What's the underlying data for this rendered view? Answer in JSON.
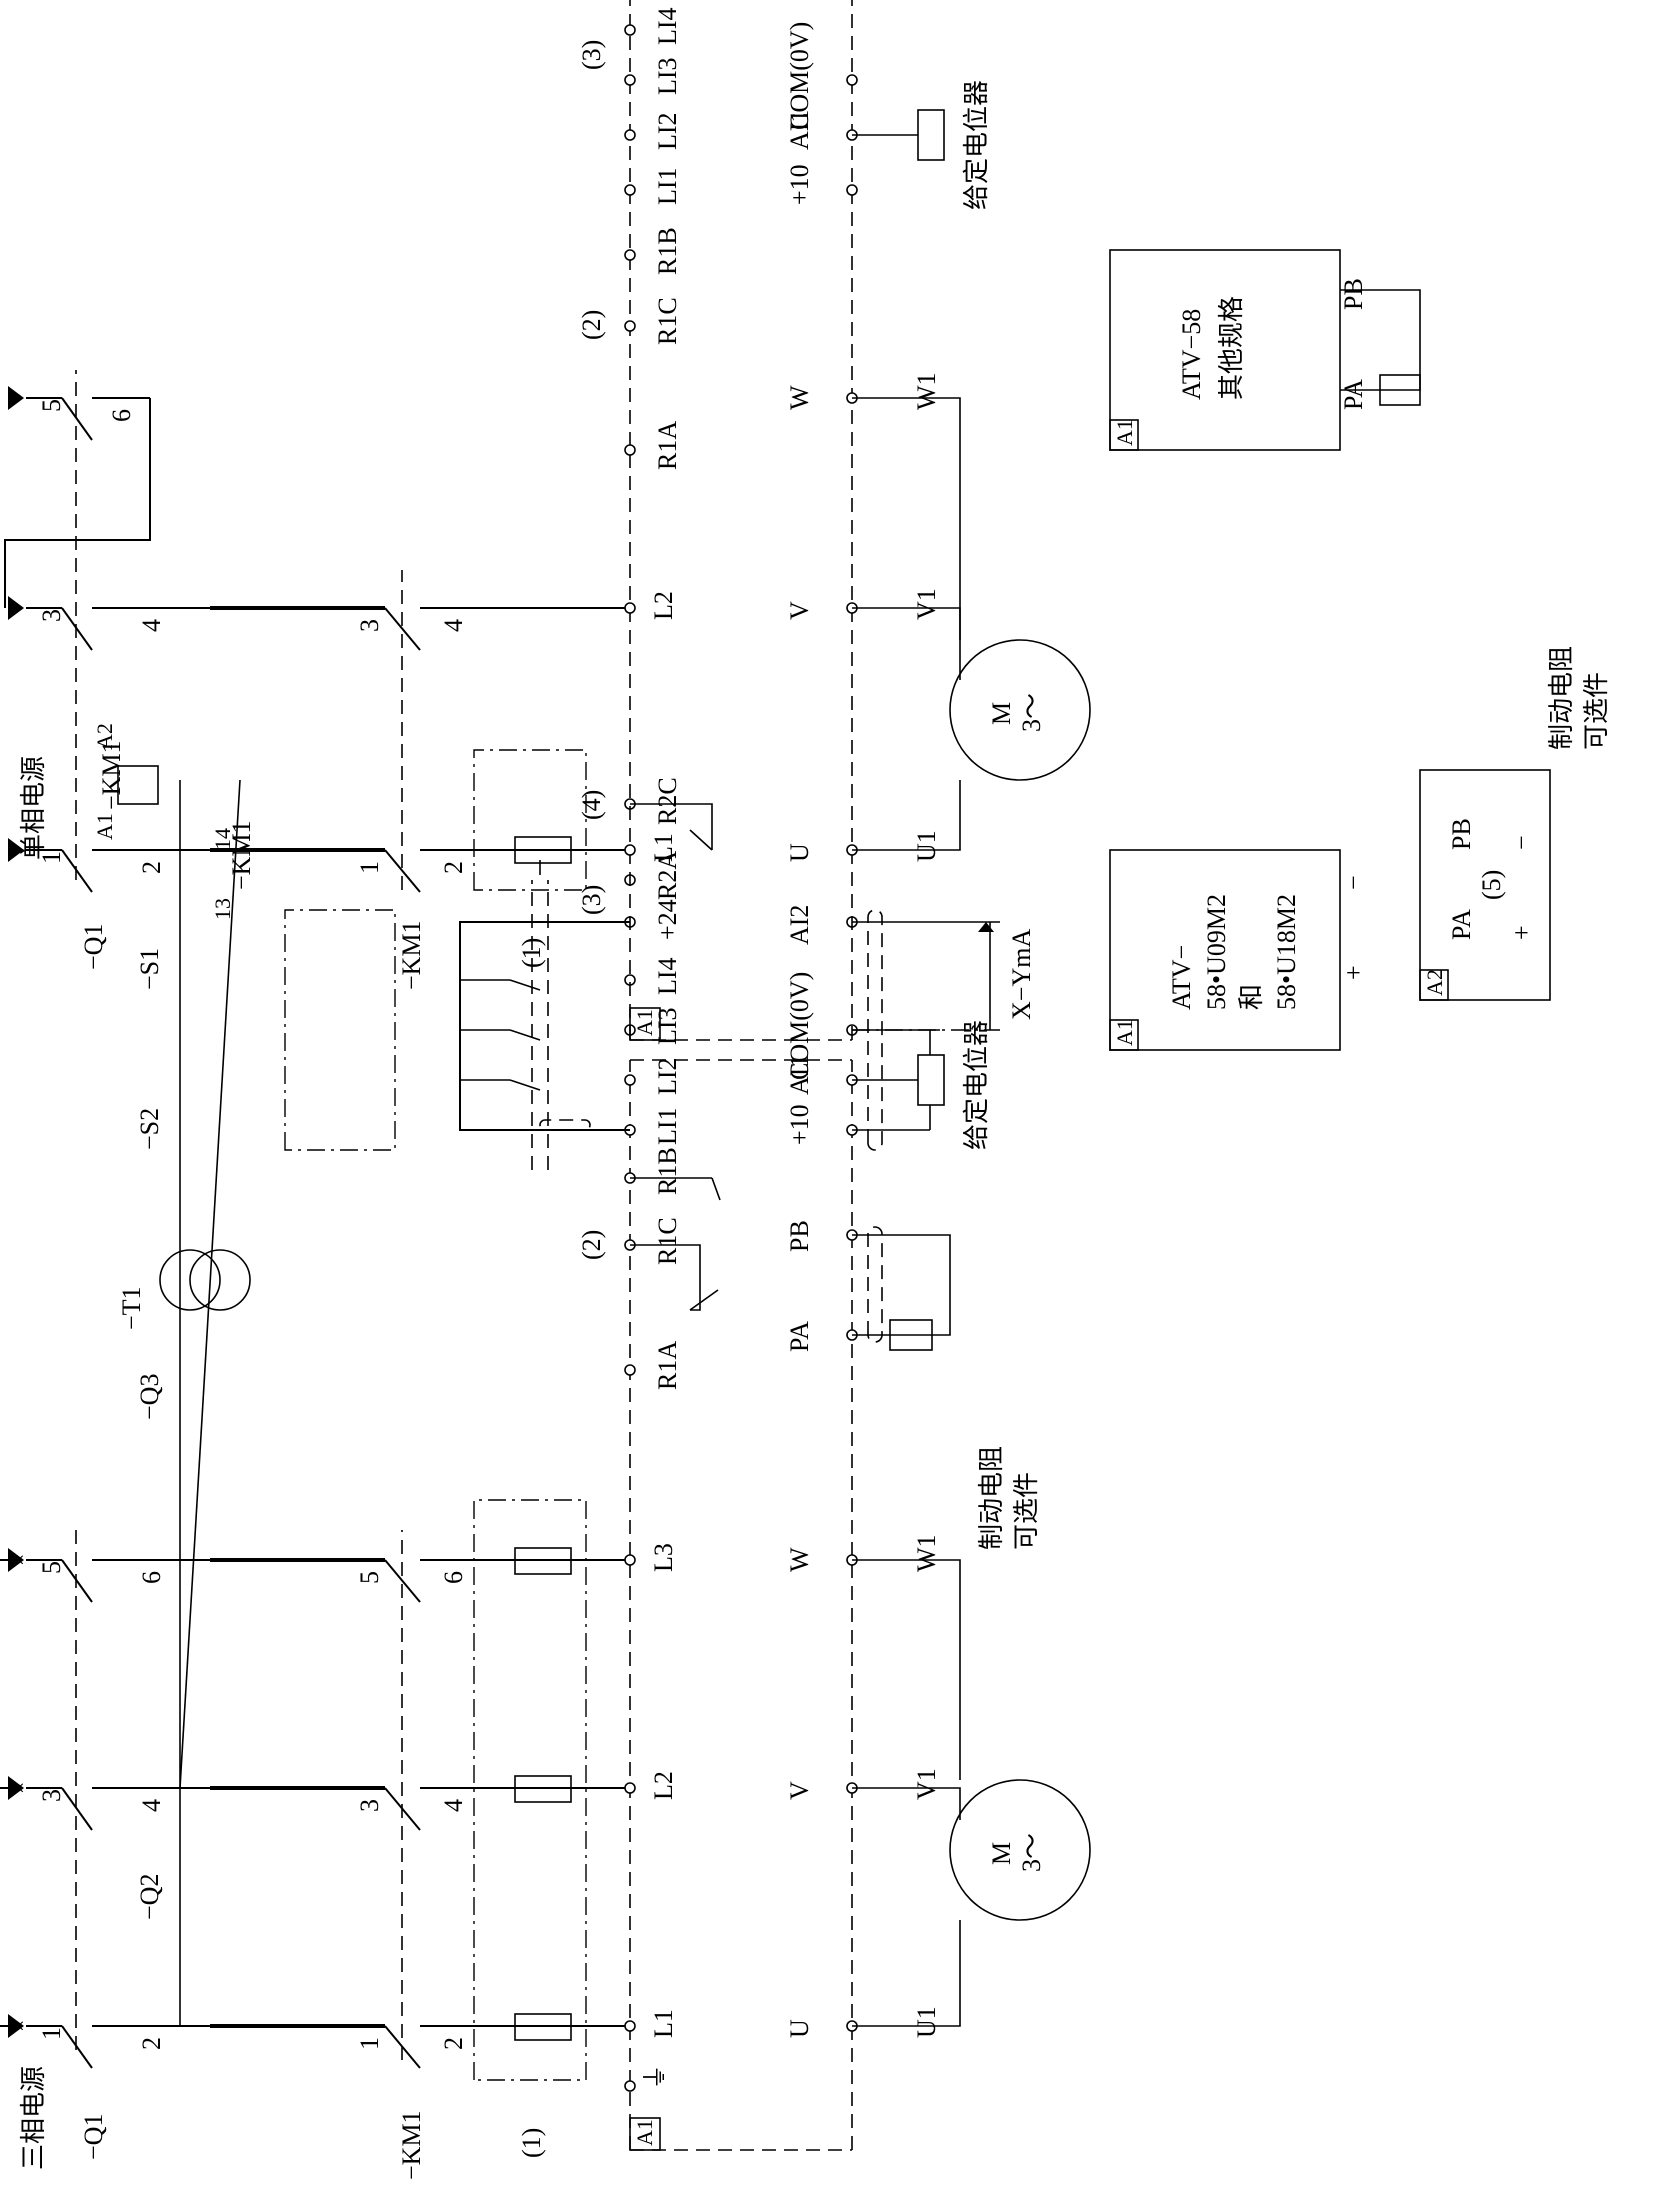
{
  "titles": {
    "three_phase": "三相电源",
    "single_phase": "单相电源"
  },
  "supply": {
    "three_phase": [
      "1",
      "3",
      "5"
    ],
    "single_phase": [
      "1",
      "3",
      "5"
    ]
  },
  "devices": {
    "q1": "−Q1",
    "km1": "−KM1",
    "q2": "−Q2",
    "q3": "−Q3",
    "t1": "−T1",
    "s1": "−S1",
    "s2": "−S2",
    "km1_coil": "−KM1",
    "km1_contact": "−KM1"
  },
  "pins": {
    "n1": "1",
    "n2": "2",
    "n3": "3",
    "n4": "4",
    "n5": "5",
    "n6": "6",
    "n13": "13",
    "n14": "14",
    "a1": "A1",
    "a2": "A2"
  },
  "notes": {
    "n1": "(1)",
    "n2": "(2)",
    "n3": "(3)",
    "n4": "(4)",
    "n5": "(5)"
  },
  "drive": {
    "label": "A1",
    "ground": "⏚",
    "power": [
      "L1",
      "L2",
      "L3"
    ],
    "motor_terminals": [
      "U",
      "V",
      "W"
    ],
    "relay": [
      "R1A",
      "R1C",
      "R1B"
    ],
    "relay2": [
      "R2A",
      "R2C"
    ],
    "logic": [
      "LI1",
      "LI2",
      "LI3",
      "LI4",
      "+24"
    ],
    "analog": [
      "+10",
      "AI1",
      "COM(0V)",
      "AI2"
    ],
    "brake": [
      "PA",
      "PB"
    ]
  },
  "motor": {
    "windings": [
      "U1",
      "V1",
      "W1"
    ],
    "label": "M",
    "sub": "3～"
  },
  "potentiometer": "给定电位器",
  "analog_output": "X−YmA",
  "brake_resistor": [
    "制动电阻",
    "可选件"
  ],
  "box1": {
    "tag": "A1",
    "lines": [
      "ATV−",
      "58•U09M2",
      "和",
      "58•U18M2"
    ]
  },
  "box2": {
    "tag": "A1",
    "lines": [
      "ATV−58",
      "其他规格"
    ]
  },
  "box3": {
    "tag": "A2",
    "pins": [
      "PA",
      "PB"
    ],
    "signs": [
      "+",
      "−"
    ]
  },
  "dc_signs": [
    "+",
    "−"
  ]
}
